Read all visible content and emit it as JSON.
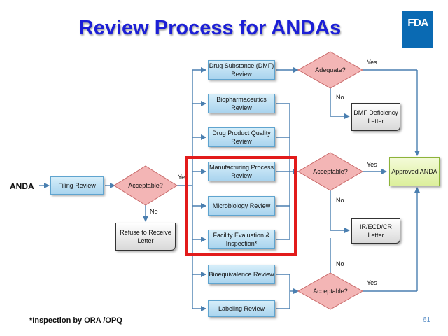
{
  "title": "Review Process for ANDAs",
  "logo": {
    "text": "FDA",
    "color": "#0a6ab3"
  },
  "start_label": "ANDA",
  "filing_review": "Filing Review",
  "decisions": {
    "filing_acceptable": "Acceptable?",
    "dmf_adequate": "Adequate?",
    "main_acceptable": "Acceptable?",
    "bio_acceptable": "Acceptable?"
  },
  "reviews": [
    {
      "id": "drug-substance",
      "label": "Drug Substance (DMF) Review"
    },
    {
      "id": "biopharmaceutics",
      "label": "Biopharmaceutics Review"
    },
    {
      "id": "drug-product-quality",
      "label": "Drug Product Quality Review"
    },
    {
      "id": "manufacturing-process",
      "label": "Manufacturing Process Review"
    },
    {
      "id": "microbiology",
      "label": "Microbiology Review"
    },
    {
      "id": "facility-evaluation",
      "label": "Facility Evaluation & Inspection*"
    },
    {
      "id": "bioequivalence",
      "label": "Bioequivalence Review"
    },
    {
      "id": "labeling",
      "label": "Labeling Review"
    }
  ],
  "documents": {
    "refuse": "Refuse to Receive Letter",
    "dmf_deficiency": "DMF Deficiency Letter",
    "ir_letter": "IR/ECD/CR Letter"
  },
  "approved": "Approved ANDA",
  "edge_labels": {
    "filing_yes": "Yes",
    "filing_no": "No",
    "dmf_yes": "Yes",
    "dmf_no": "No",
    "main_yes": "Yes",
    "main_no": "No",
    "bio_no": "No",
    "bio_yes": "Yes"
  },
  "footnote": "*Inspection by ORA /OPQ",
  "page_number": "61",
  "colors": {
    "title": "#1c1fd6",
    "review_fill": "#b9def3",
    "decision_fill": "#f3b5b5",
    "approved_fill": "#e4f3b3",
    "highlight": "#e21b1b",
    "connector": "#4a7fb0"
  }
}
